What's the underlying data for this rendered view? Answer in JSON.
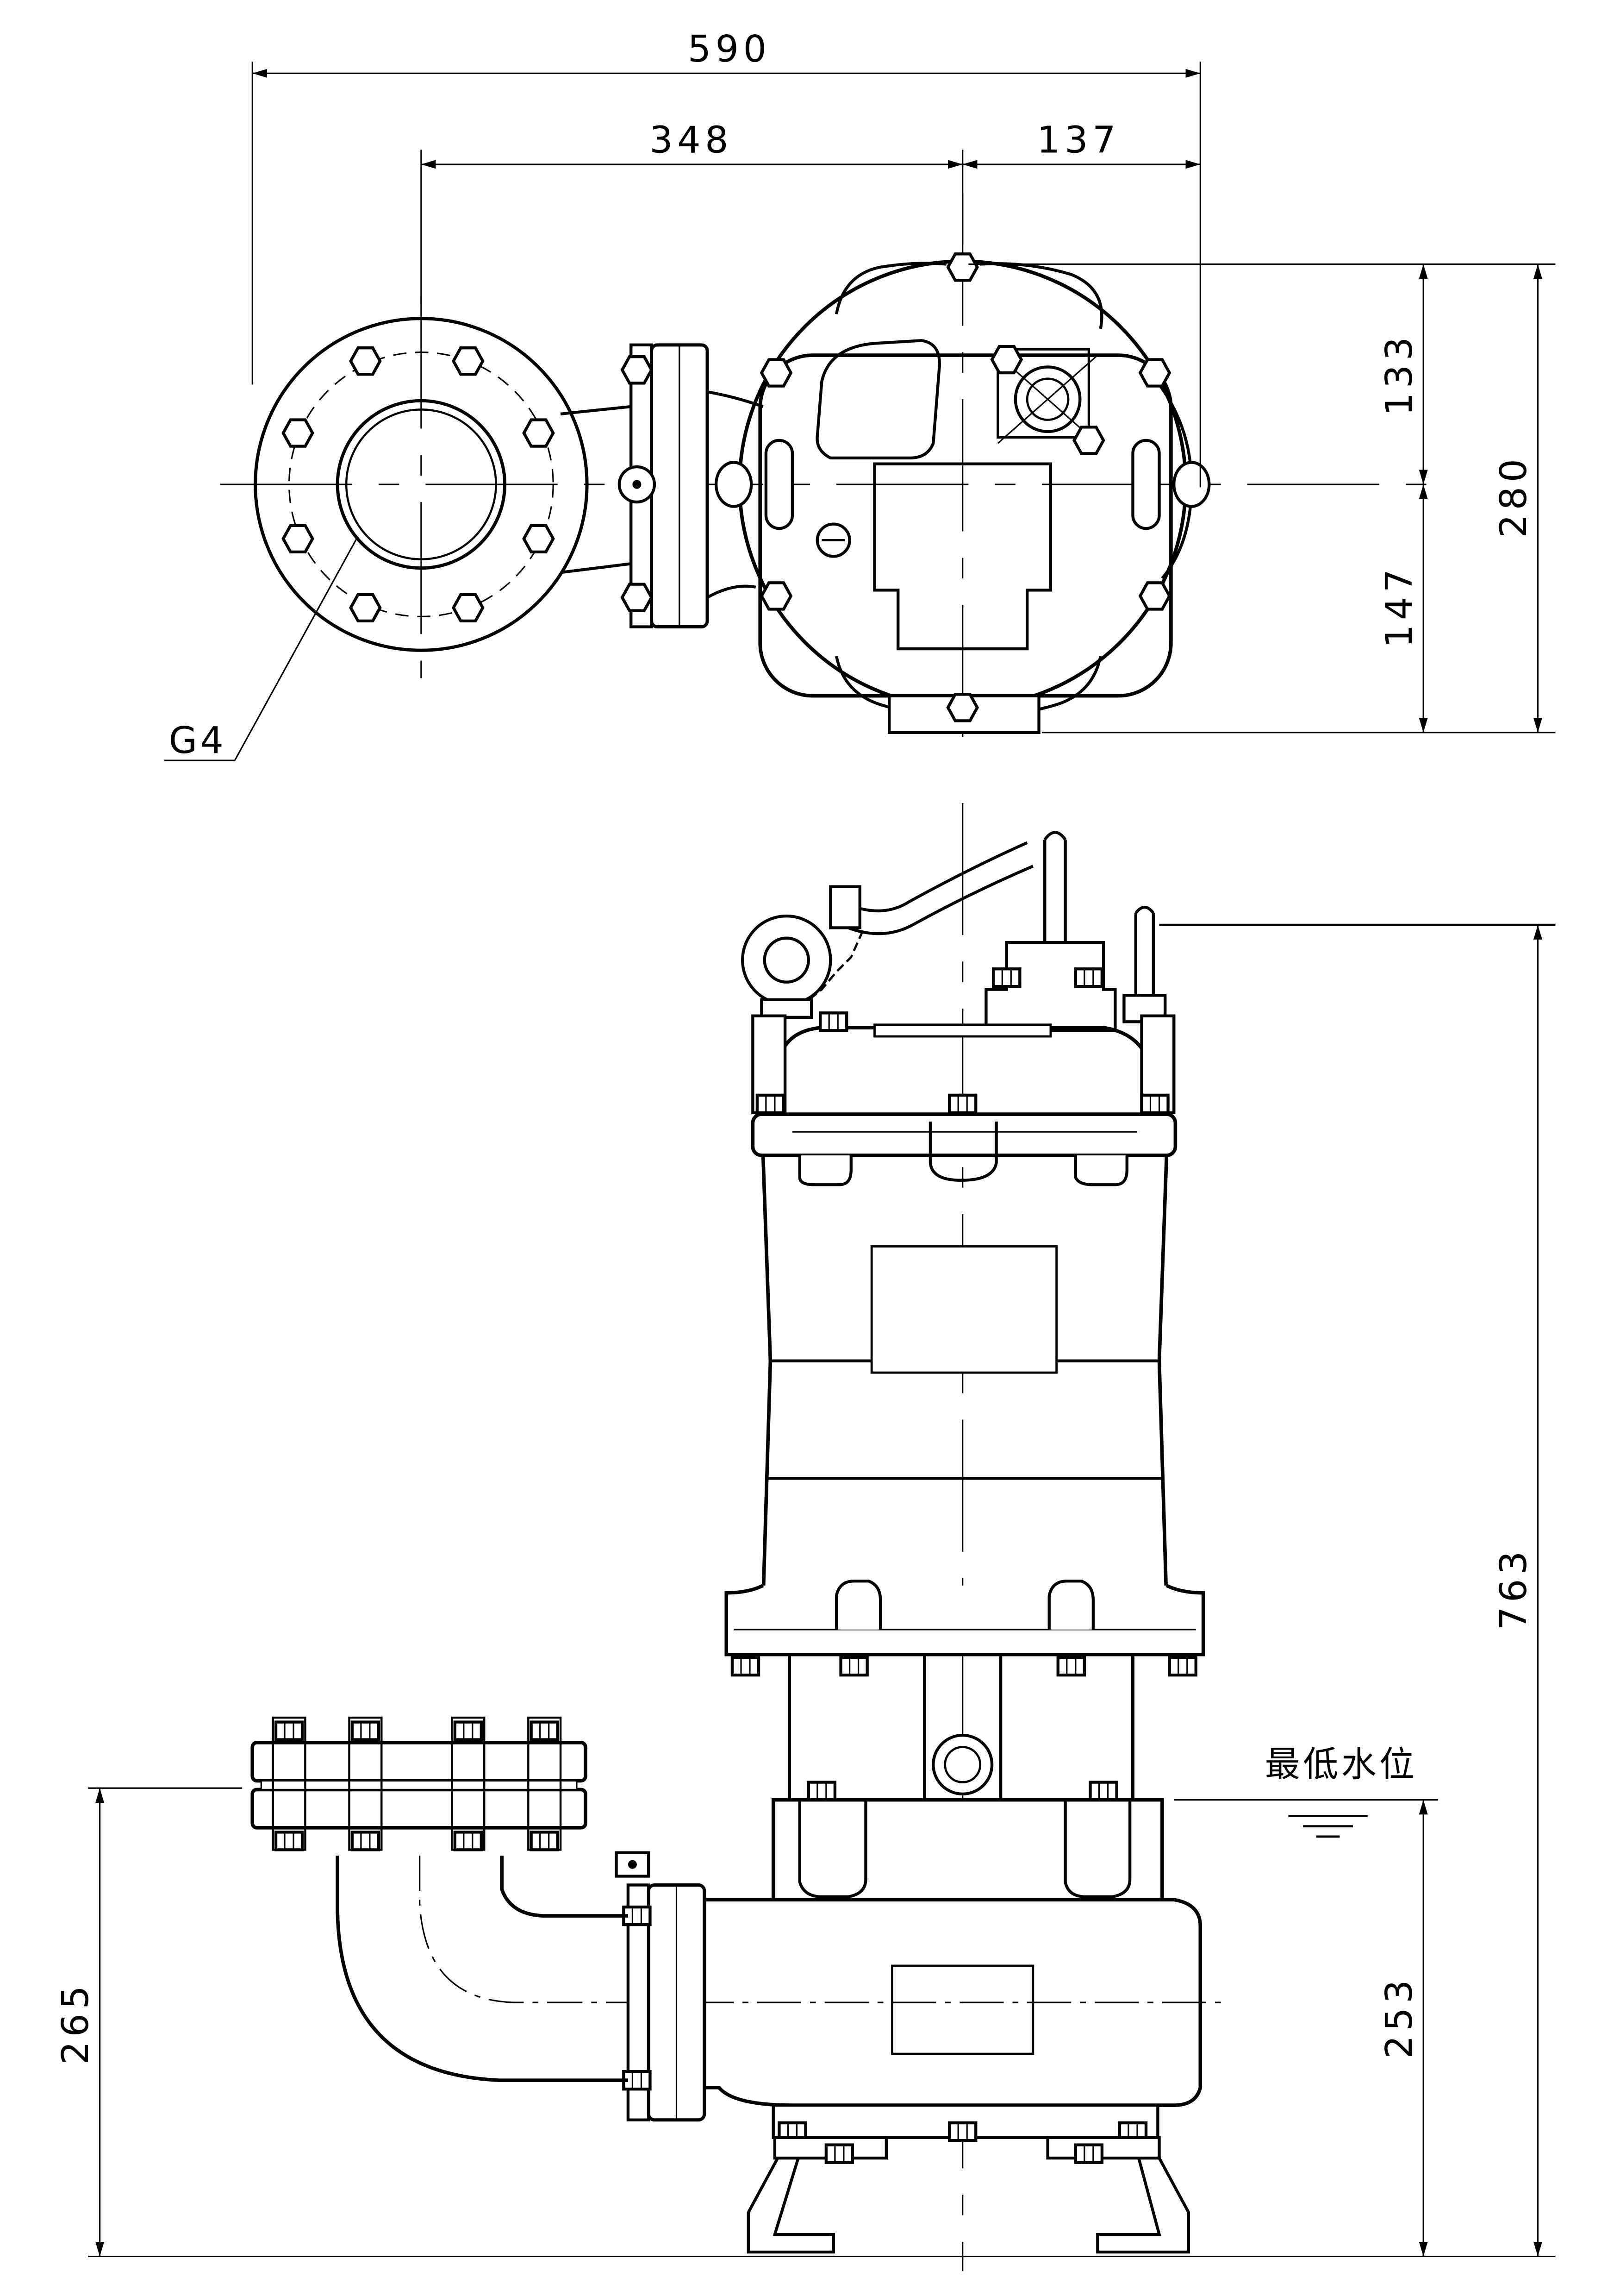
{
  "dimensions": {
    "top_overall_width": "590",
    "top_discharge_offset": "348",
    "top_right_offset": "137",
    "top_upper_height": "133",
    "top_lower_height": "147",
    "top_total_height": "280",
    "side_total_height": "763",
    "side_discharge_height": "265",
    "side_min_level_height": "253"
  },
  "labels": {
    "flange_callout": "G4",
    "min_water_level": "最低水位"
  }
}
